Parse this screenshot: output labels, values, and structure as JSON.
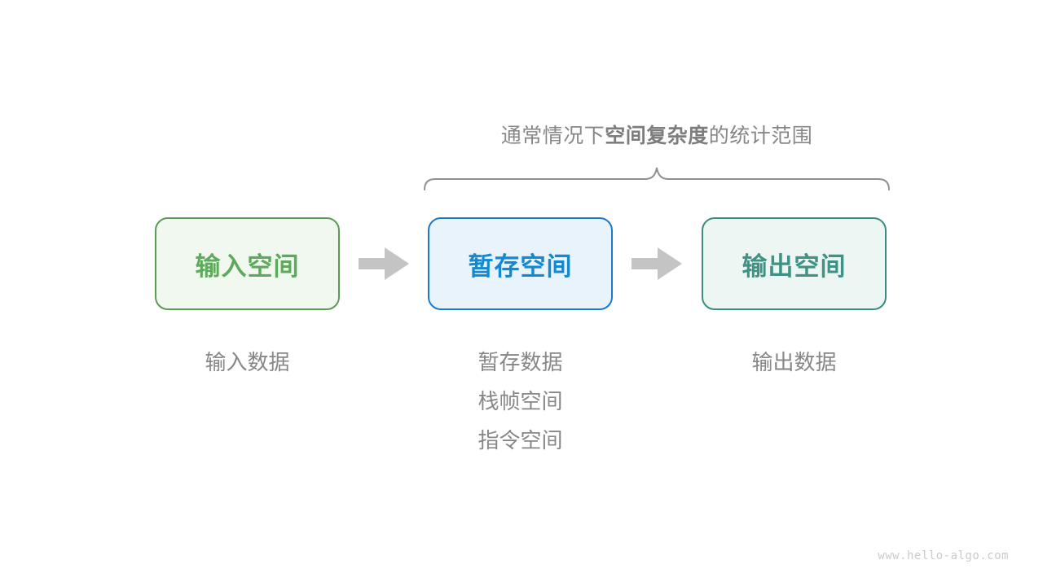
{
  "title": {
    "prefix": "通常情况下",
    "bold": "空间复杂度",
    "suffix": "的统计范围"
  },
  "flow": {
    "boxes": [
      {
        "id": "input-space",
        "label": "输入空间"
      },
      {
        "id": "temp-space",
        "label": "暂存空间"
      },
      {
        "id": "output-space",
        "label": "输出空间"
      }
    ],
    "arrow_icon": "right-block-arrow"
  },
  "notes": {
    "input": "输入数据",
    "temp": [
      "暂存数据",
      "栈帧空间",
      "指令空间"
    ],
    "output": "输出数据"
  },
  "watermark": "www.hello-algo.com",
  "colors": {
    "input_border": "#5b9c55",
    "input_bg": "#f1f8f0",
    "input_text": "#5eaa5c",
    "temp_border": "#1a79cb",
    "temp_bg": "#e9f3fb",
    "temp_text": "#1289d2",
    "output_border": "#3a8d80",
    "output_bg": "#edf6f2",
    "output_text": "#3f9386",
    "arrow": "#c4c4c4",
    "brace": "#909090",
    "note_text": "#878787",
    "title_text": "#878787",
    "watermark_text": "#cbcbcb"
  }
}
